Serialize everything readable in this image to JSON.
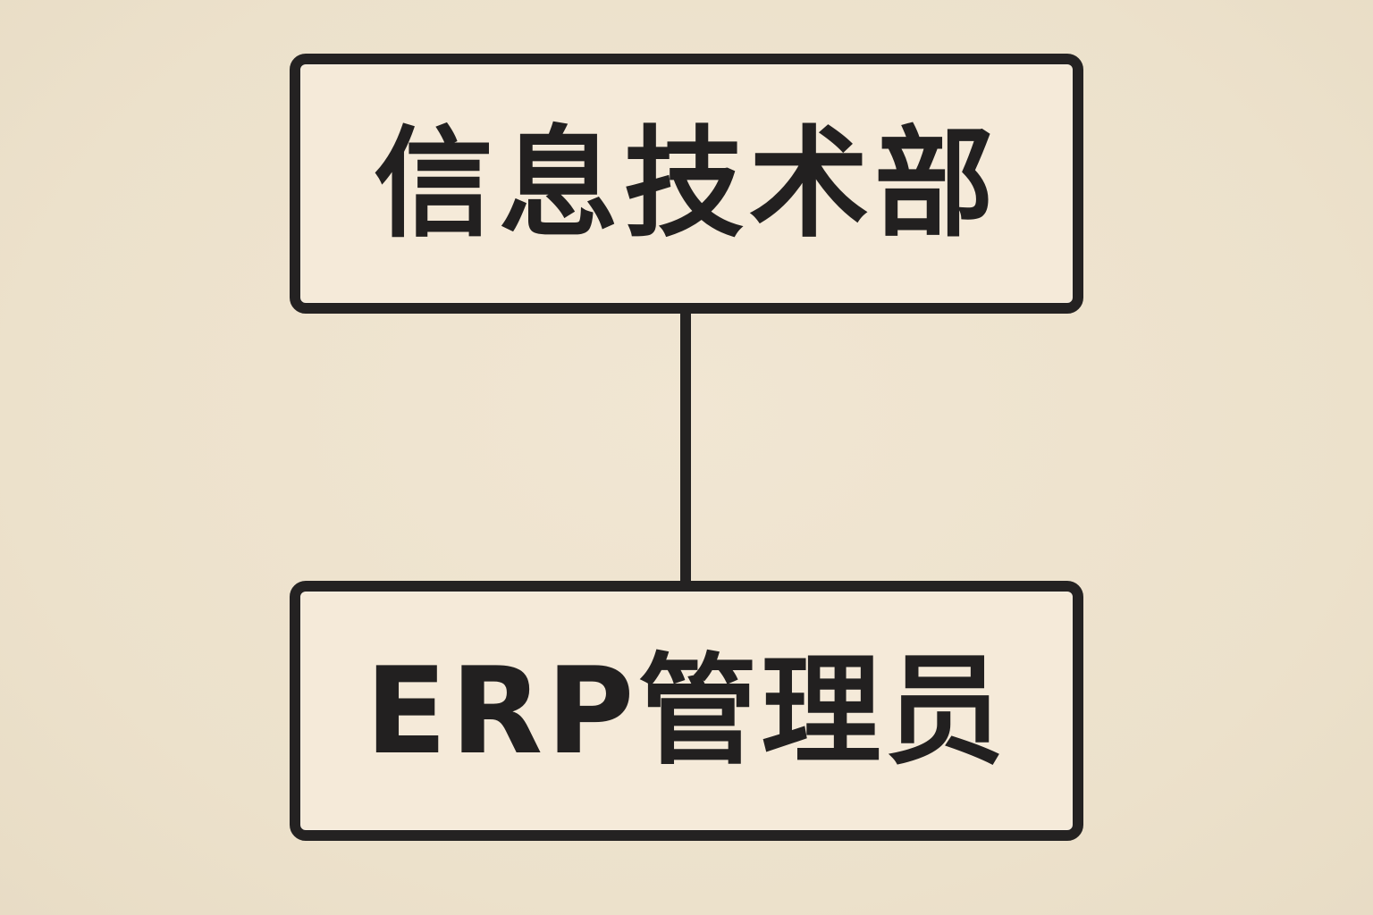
{
  "diagram": {
    "type": "org-chart",
    "colors": {
      "background": "#ede2cd",
      "box_fill": "#f5ead9",
      "stroke": "#242222",
      "text": "#222020"
    },
    "nodes": [
      {
        "id": "it-department",
        "label": "信息技术部",
        "level": 0
      },
      {
        "id": "erp-admin",
        "label": "ERP管理员",
        "level": 1
      }
    ],
    "edges": [
      {
        "from": "it-department",
        "to": "erp-admin"
      }
    ]
  }
}
